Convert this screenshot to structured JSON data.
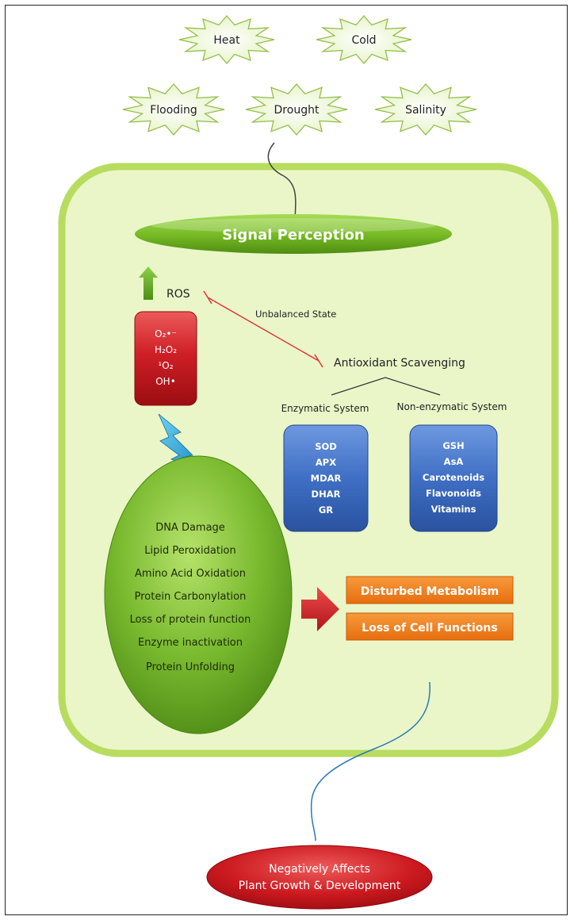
{
  "stressors": [
    {
      "label": "Heat"
    },
    {
      "label": "Cold"
    },
    {
      "label": "Flooding"
    },
    {
      "label": "Drought"
    },
    {
      "label": "Salinity"
    }
  ],
  "signal_perception": "Signal Perception",
  "ros": {
    "label": "ROS",
    "species": [
      "O₂•⁻",
      "H₂O₂",
      "¹O₂",
      "OH•"
    ]
  },
  "unbalanced_state": "Unbalanced State",
  "antioxidant_scavenging": "Antioxidant Scavenging",
  "enzymatic": {
    "title": "Enzymatic System",
    "items": [
      "SOD",
      "APX",
      "MDAR",
      "DHAR",
      "GR"
    ]
  },
  "non_enzymatic": {
    "title": "Non-enzymatic System",
    "items": [
      "GSH",
      "AsA",
      "Carotenoids",
      "Flavonoids",
      "Vitamins"
    ]
  },
  "damage_effects": [
    "DNA Damage",
    "Lipid Peroxidation",
    "Amino Acid Oxidation",
    "Protein Carbonylation",
    "Loss of protein function",
    "Enzyme inactivation",
    "Protein Unfolding"
  ],
  "outcomes": [
    "Disturbed Metabolism",
    "Loss of Cell Functions"
  ],
  "final": {
    "line1": "Negatively Affects",
    "line2": "Plant Growth & Development"
  },
  "colors": {
    "cell_fill": "#eaf6c8",
    "cell_border": "#b7dc5f",
    "signal_green": "#6fb21e",
    "ros_red": "#c4161c",
    "blue_box": "#3f6fc4",
    "oval_green": "#74b52c",
    "orange": "#ef7d1a",
    "final_red": "#c4161c",
    "inhibit_line": "#e0353c"
  }
}
